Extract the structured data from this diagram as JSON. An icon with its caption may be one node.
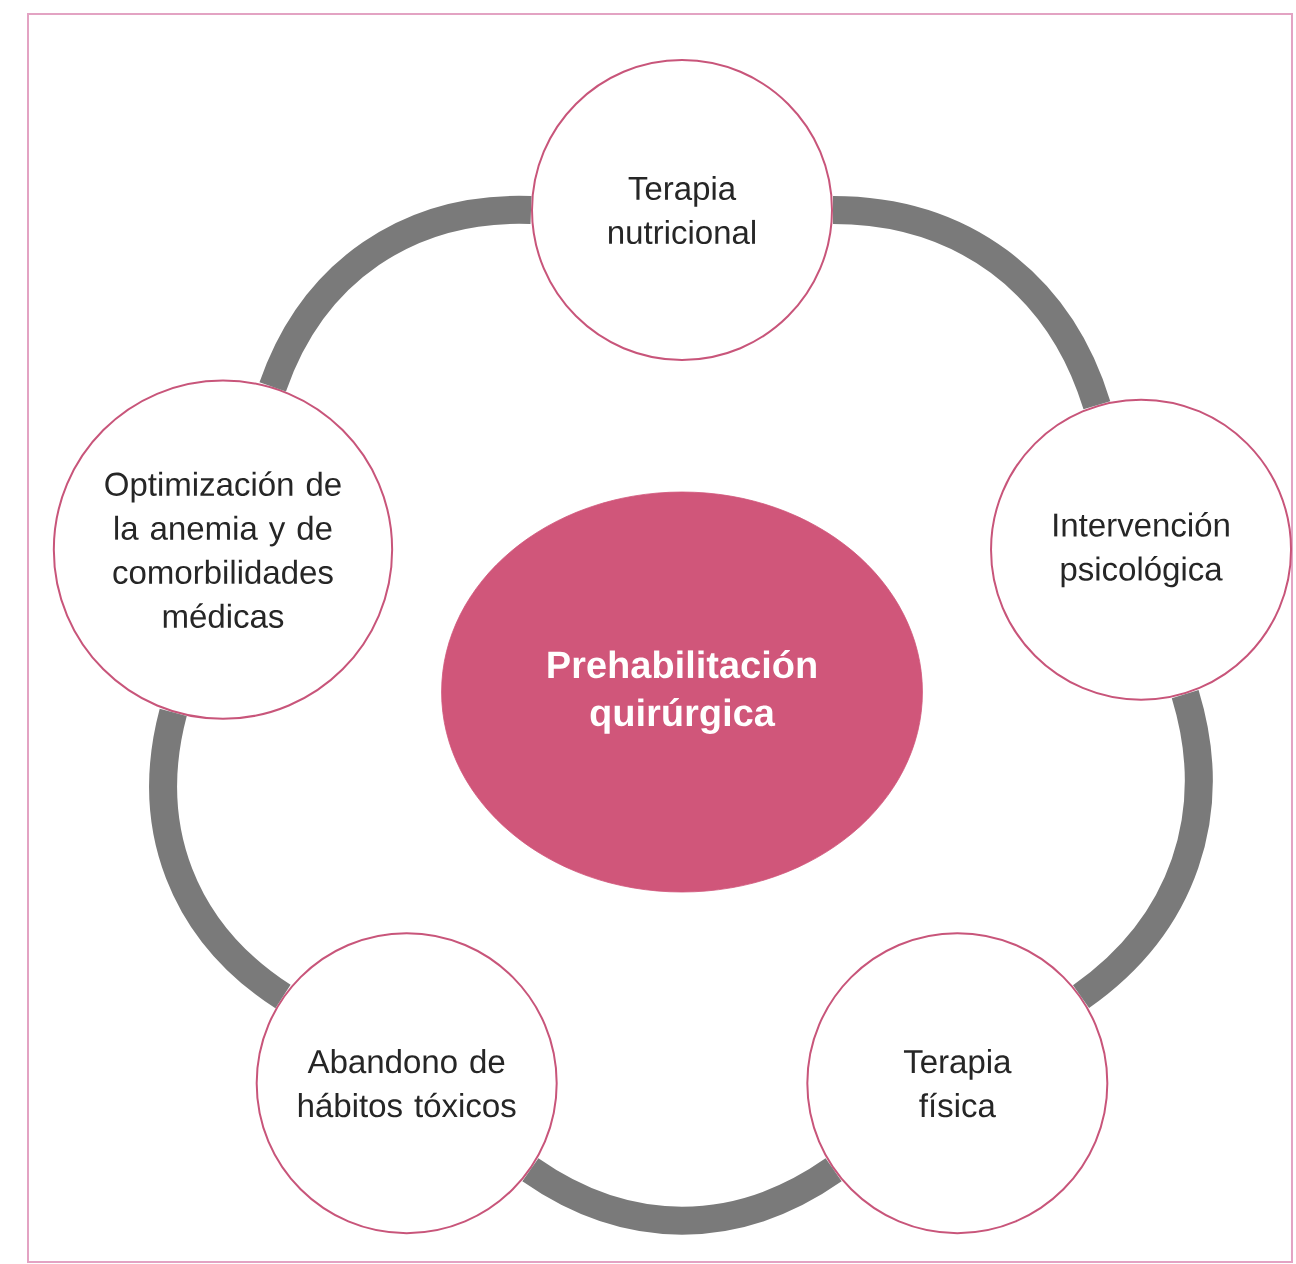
{
  "diagram": {
    "nodes": [
      {
        "text": [
          "Terapia nutricional"
        ]
      },
      {
        "text": [
          "Optimización de la anemia y de comorbilidades médicas"
        ]
      },
      {
        "text": [
          "Intervención psicológica"
        ]
      },
      {
        "text": [
          "Prehabilitación quirúrgica"
        ]
      },
      {
        "text": [
          "Abandono de hábitos tóxicos"
        ]
      },
      {
        "text": [
          "Terapia física"
        ]
      }
    ],
    "edges": [
      {
        "from": 0,
        "to": 2,
        "arrow": "none"
      },
      {
        "from": 2,
        "to": 5,
        "arrow": "none"
      },
      {
        "from": 5,
        "to": 4,
        "arrow": "none"
      },
      {
        "from": 4,
        "to": 1,
        "arrow": "none"
      },
      {
        "from": 1,
        "to": 0,
        "arrow": "none"
      }
    ]
  }
}
